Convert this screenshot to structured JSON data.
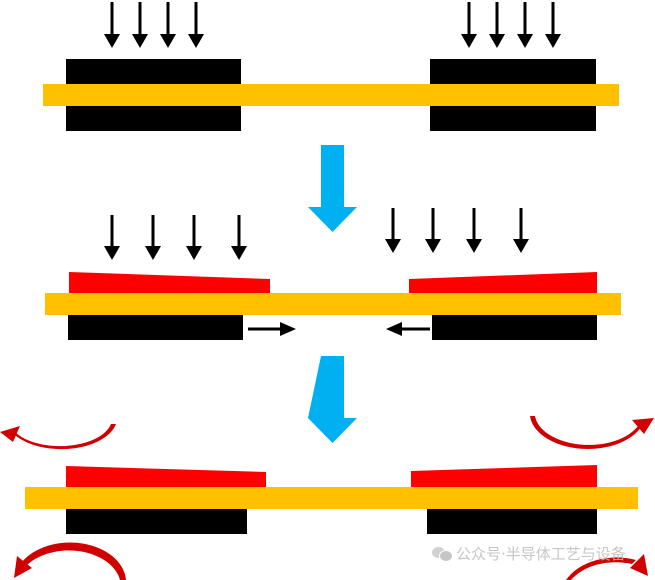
{
  "colors": {
    "background": "#ffffff",
    "substrate": "#FFC000",
    "clamp": "#000000",
    "deformed_layer": "#FF0000",
    "stage_arrow": "#00B0F0",
    "force_arrow": "#000000",
    "release_arrow": "#D00000"
  },
  "icons": {
    "force": "down-arrow",
    "stage_transition": "thick-down-arrow",
    "shrink": "horizontal-arrow",
    "release": "curved-arrow",
    "watermark": "wechat-logo"
  },
  "stages": [
    {
      "id": "stage-1",
      "state": "pressing"
    },
    {
      "id": "stage-2",
      "state": "deformed-and-pulled"
    },
    {
      "id": "stage-3",
      "state": "released"
    }
  ],
  "watermark": {
    "text": "公众号·半导体工艺与设备"
  }
}
